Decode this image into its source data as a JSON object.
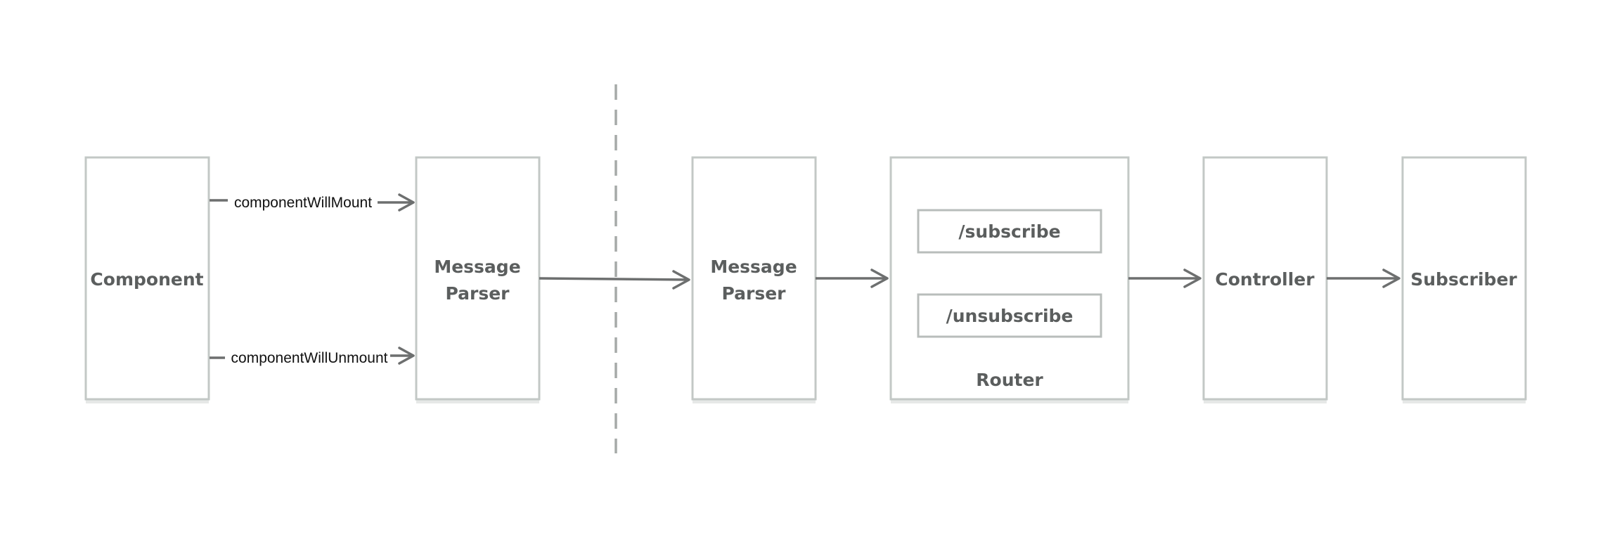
{
  "diagram": {
    "left": {
      "component": "Component",
      "parser_line1": "Message",
      "parser_line2": "Parser",
      "mount_label": "componentWillMount",
      "unmount_label": "componentWillUnmount"
    },
    "right": {
      "parser_line1": "Message",
      "parser_line2": "Parser",
      "router_label": "Router",
      "route_subscribe": "/subscribe",
      "route_unsubscribe": "/unsubscribe",
      "controller": "Controller",
      "subscriber": "Subscriber"
    },
    "colors": {
      "box_border": "#c3c8c6",
      "text": "#5b5e5e",
      "arrow": "#6d6f6f",
      "divider": "#a6aaa8"
    }
  }
}
